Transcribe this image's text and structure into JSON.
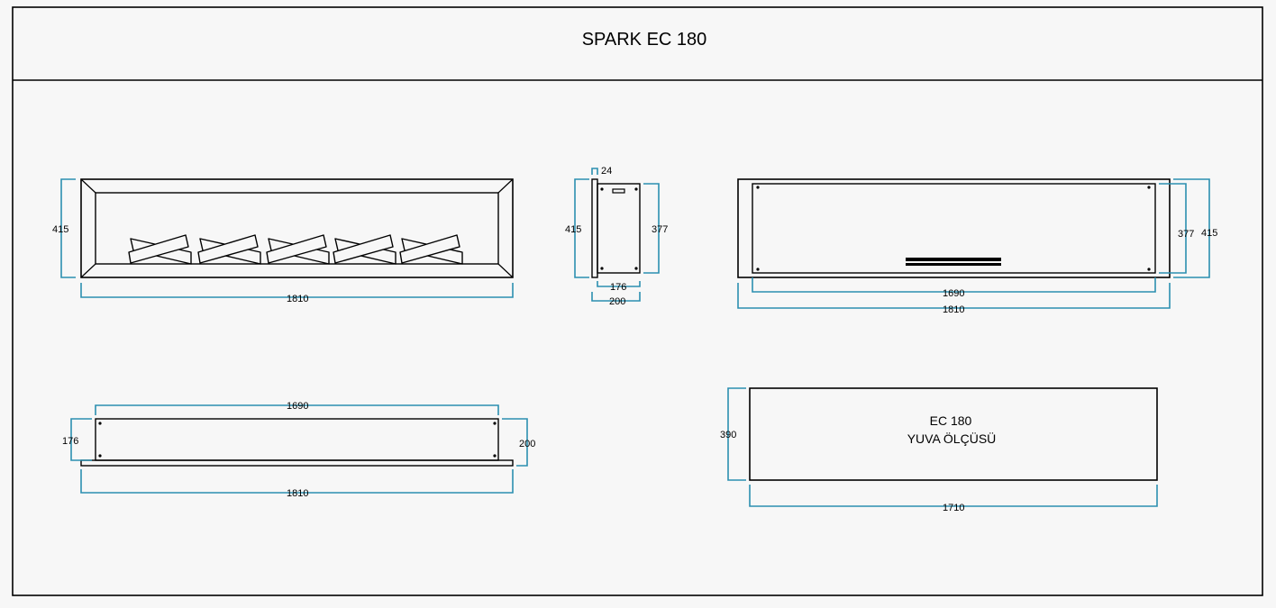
{
  "title": "SPARK EC  180",
  "colors": {
    "dimension": "#2b8fb0",
    "line": "#000000",
    "background": "#f7f7f7"
  },
  "views": {
    "front": {
      "height": "415",
      "width": "1810"
    },
    "side": {
      "top": "24",
      "height_outer": "415",
      "height_inner": "377",
      "depth_inner": "176",
      "depth_outer": "200"
    },
    "back": {
      "height_inner": "377",
      "height_outer": "415",
      "width_inner": "1690",
      "width_outer": "1810"
    },
    "top": {
      "width_inner": "1690",
      "depth_left": "176",
      "depth_right": "200",
      "width_outer": "1810"
    },
    "niche": {
      "label_line1": "EC 180",
      "label_line2": "YUVA  ÖLÇÜSÜ",
      "height": "390",
      "width": "1710"
    }
  }
}
